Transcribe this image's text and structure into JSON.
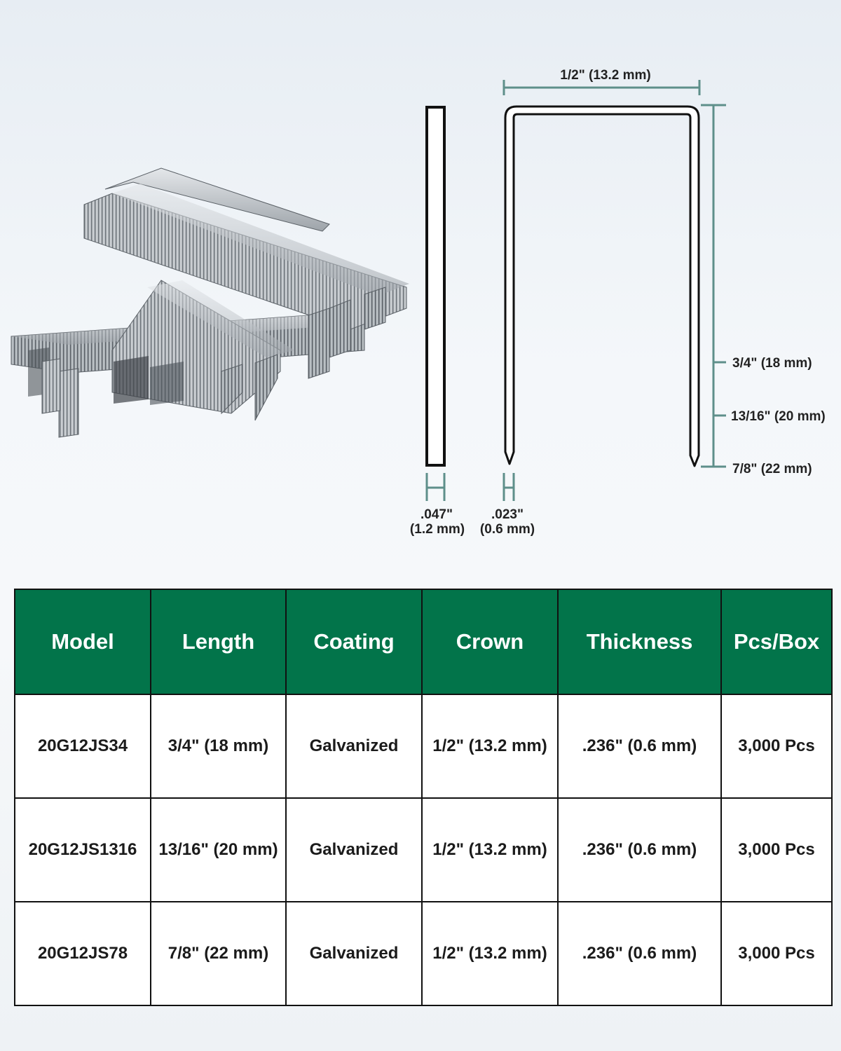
{
  "diagram": {
    "crown_label": "1/2\" (13.2 mm)",
    "width_label_1": ".047\"",
    "width_label_1_mm": "(1.2 mm)",
    "thickness_label_1": ".023\"",
    "thickness_label_1_mm": "(0.6 mm)",
    "length_labels": [
      "3/4\" (18 mm)",
      "13/16\" (20 mm)",
      "7/8\" (22 mm)"
    ],
    "dimension_color": "#5e8f8a"
  },
  "table": {
    "header_color": "#02744a",
    "headers": [
      "Model",
      "Length",
      "Coating",
      "Crown",
      "Thickness",
      "Pcs/Box"
    ],
    "rows": [
      [
        "20G12JS34",
        "3/4\" (18 mm)",
        "Galvanized",
        "1/2\" (13.2 mm)",
        ".236\" (0.6 mm)",
        "3,000 Pcs"
      ],
      [
        "20G12JS1316",
        "13/16\" (20 mm)",
        "Galvanized",
        "1/2\" (13.2 mm)",
        ".236\" (0.6 mm)",
        "3,000 Pcs"
      ],
      [
        "20G12JS78",
        "7/8\" (22 mm)",
        "Galvanized",
        "1/2\" (13.2 mm)",
        ".236\" (0.6 mm)",
        "3,000 Pcs"
      ]
    ]
  }
}
